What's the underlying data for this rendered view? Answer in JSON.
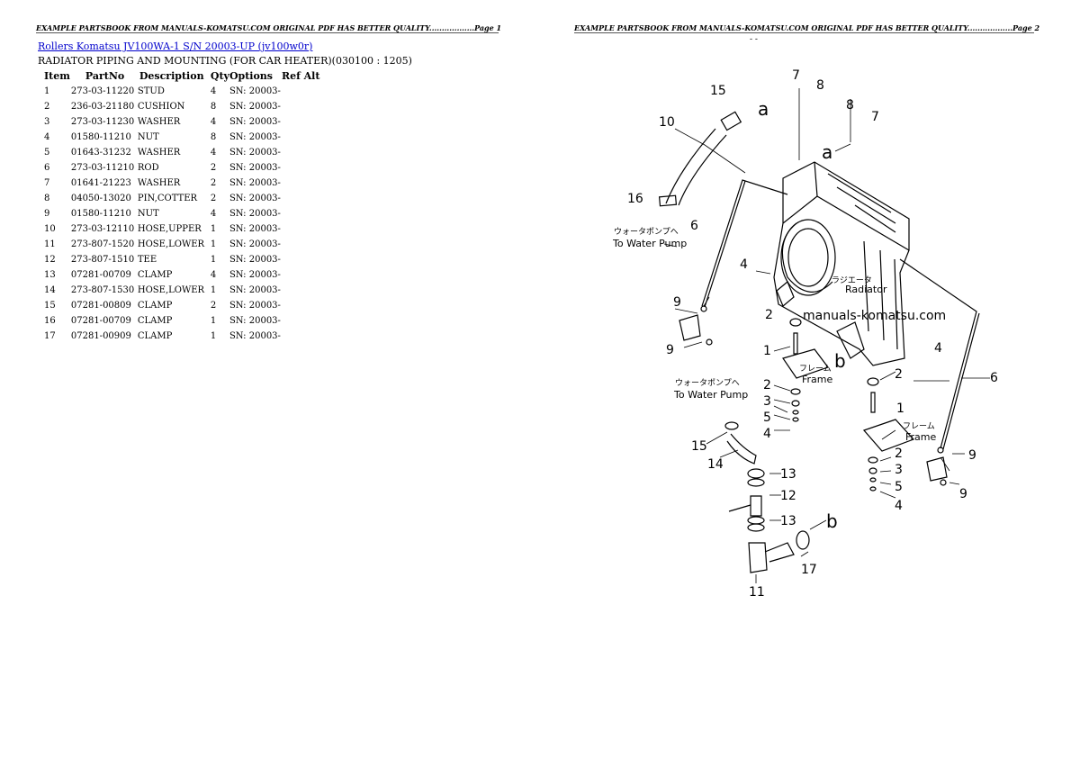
{
  "headers": {
    "left": "EXAMPLE PARTSBOOK FROM MANUALS-KOMATSU.COM ORIGINAL PDF HAS BETTER QUALITY..................Page 1",
    "right": "EXAMPLE PARTSBOOK FROM MANUALS-KOMATSU.COM ORIGINAL PDF HAS BETTER QUALITY..................Page 2",
    "right_dash": "- -"
  },
  "title_link": "Rollers Komatsu JV100WA-1 S/N 20003-UP (jv100w0r)",
  "subtitle": "RADIATOR PIPING AND MOUNTING (FOR CAR HEATER)(030100 : 1205)",
  "table": {
    "columns": [
      "Item",
      "PartNo",
      "Description",
      "Qty",
      "Options",
      "Ref Alt"
    ],
    "rows": [
      [
        "1",
        "273-03-11220",
        "STUD",
        "4",
        "SN: 20003-",
        ""
      ],
      [
        "2",
        "236-03-21180",
        "CUSHION",
        "8",
        "SN: 20003-",
        ""
      ],
      [
        "3",
        "273-03-11230",
        "WASHER",
        "4",
        "SN: 20003-",
        ""
      ],
      [
        "4",
        "01580-11210",
        "NUT",
        "8",
        "SN: 20003-",
        ""
      ],
      [
        "5",
        "01643-31232",
        "WASHER",
        "4",
        "SN: 20003-",
        ""
      ],
      [
        "6",
        "273-03-11210",
        "ROD",
        "2",
        "SN: 20003-",
        ""
      ],
      [
        "7",
        "01641-21223",
        "WASHER",
        "2",
        "SN: 20003-",
        ""
      ],
      [
        "8",
        "04050-13020",
        "PIN,COTTER",
        "2",
        "SN: 20003-",
        ""
      ],
      [
        "9",
        "01580-11210",
        "NUT",
        "4",
        "SN: 20003-",
        ""
      ],
      [
        "10",
        "273-03-12110",
        "HOSE,UPPER",
        "1",
        "SN: 20003-",
        ""
      ],
      [
        "11",
        "273-807-1520",
        "HOSE,LOWER",
        "1",
        "SN: 20003-",
        ""
      ],
      [
        "12",
        "273-807-1510",
        "TEE",
        "1",
        "SN: 20003-",
        ""
      ],
      [
        "13",
        "07281-00709",
        "CLAMP",
        "4",
        "SN: 20003-",
        ""
      ],
      [
        "14",
        "273-807-1530",
        "HOSE,LOWER",
        "1",
        "SN: 20003-",
        ""
      ],
      [
        "15",
        "07281-00809",
        "CLAMP",
        "2",
        "SN: 20003-",
        ""
      ],
      [
        "16",
        "07281-00709",
        "CLAMP",
        "1",
        "SN: 20003-",
        ""
      ],
      [
        "17",
        "07281-00909",
        "CLAMP",
        "1",
        "SN: 20003-",
        ""
      ]
    ]
  },
  "diagram": {
    "watermark": "manuals-komatsu.com",
    "radiator_jp": "ラジエータ",
    "radiator_en": "Radiator",
    "pump_jp": "ウォータポンプへ",
    "pump_en": "To Water Pump",
    "frame_jp": "フレーム",
    "frame_en": "Frame",
    "callout_a": "a",
    "callout_b": "b",
    "num_1": "1",
    "num_2": "2",
    "num_3": "3",
    "num_4": "4",
    "num_5": "5",
    "num_6": "6",
    "num_7": "7",
    "num_8": "8",
    "num_9": "9",
    "num_10": "10",
    "num_11": "11",
    "num_12": "12",
    "num_13": "13",
    "num_14": "14",
    "num_15": "15",
    "num_16": "16",
    "num_17": "17"
  }
}
